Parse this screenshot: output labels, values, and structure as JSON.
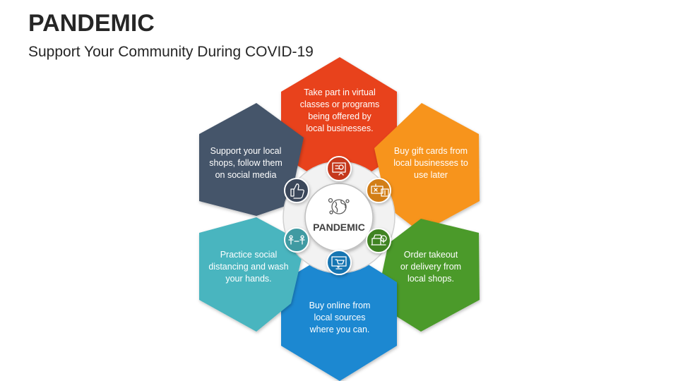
{
  "slide": {
    "title": "PANDEMIC",
    "subtitle": "Support Your Community During COVID-19"
  },
  "diagram": {
    "center_label": "PANDEMIC",
    "center_icon": "globe-virus-icon",
    "petals": [
      {
        "id": "top",
        "color": "#E8431F",
        "icon": "online-class-icon",
        "lines": [
          "Take part in virtual",
          "classes or programs",
          "being offered by",
          "local businesses."
        ]
      },
      {
        "id": "upper-right",
        "color": "#F7941D",
        "icon": "gift-card-icon",
        "lines": [
          "Buy gift cards from",
          "local businesses to",
          "use later"
        ]
      },
      {
        "id": "lower-right",
        "color": "#4C9A2A",
        "icon": "delivery-shop-icon",
        "lines": [
          "Order takeout",
          "or delivery from",
          "local shops."
        ]
      },
      {
        "id": "bottom",
        "color": "#1B88D1",
        "icon": "online-shopping-icon",
        "lines": [
          "Buy online from",
          "local sources",
          "where you can."
        ]
      },
      {
        "id": "lower-left",
        "color": "#4AB5BF",
        "icon": "social-distancing-icon",
        "lines": [
          "Practice social",
          "distancing and wash",
          "your hands."
        ]
      },
      {
        "id": "upper-left",
        "color": "#44546A",
        "icon": "thumbs-up-icon",
        "lines": [
          "Support your local",
          "shops, follow them",
          "on social media"
        ]
      }
    ]
  }
}
